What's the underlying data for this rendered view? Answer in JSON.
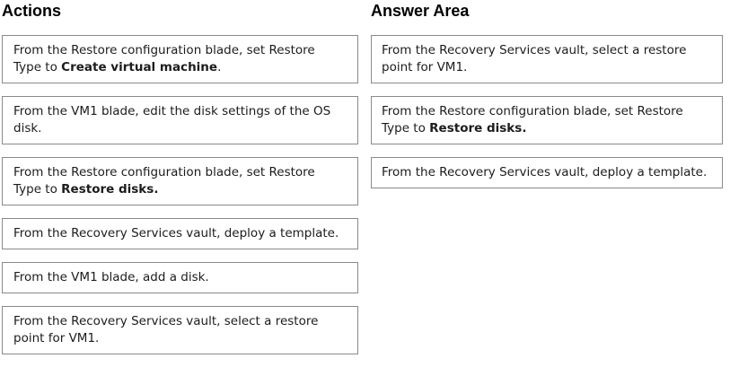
{
  "colors": {
    "page_background": "#ffffff",
    "box_border": "#8a8a8a",
    "box_background": "#ffffff",
    "text": "#1c1c1c",
    "heading": "#000000"
  },
  "actions": {
    "heading": "Actions",
    "items": [
      {
        "segments": [
          {
            "text": "From the Restore configuration blade, set Restore Type to ",
            "bold": false
          },
          {
            "text": "Create virtual machine",
            "bold": true
          },
          {
            "text": ".",
            "bold": false
          }
        ]
      },
      {
        "segments": [
          {
            "text": "From the VM1 blade, edit the disk settings of the OS disk.",
            "bold": false
          }
        ]
      },
      {
        "segments": [
          {
            "text": "From the Restore configuration blade, set Restore Type to ",
            "bold": false
          },
          {
            "text": "Restore disks.",
            "bold": true
          }
        ]
      },
      {
        "segments": [
          {
            "text": "From the Recovery Services vault, deploy a template.",
            "bold": false
          }
        ]
      },
      {
        "segments": [
          {
            "text": "From the VM1 blade, add a disk.",
            "bold": false
          }
        ]
      },
      {
        "segments": [
          {
            "text": "From the Recovery Services vault, select a restore point for VM1.",
            "bold": false
          }
        ]
      }
    ]
  },
  "answer_area": {
    "heading": "Answer Area",
    "items": [
      {
        "segments": [
          {
            "text": "From the Recovery Services vault, select a restore point for VM1.",
            "bold": false
          }
        ]
      },
      {
        "segments": [
          {
            "text": "From the Restore configuration blade, set Restore Type to ",
            "bold": false
          },
          {
            "text": "Restore disks.",
            "bold": true
          }
        ]
      },
      {
        "segments": [
          {
            "text": "From the Recovery Services vault, deploy a template.",
            "bold": false
          }
        ]
      }
    ]
  }
}
